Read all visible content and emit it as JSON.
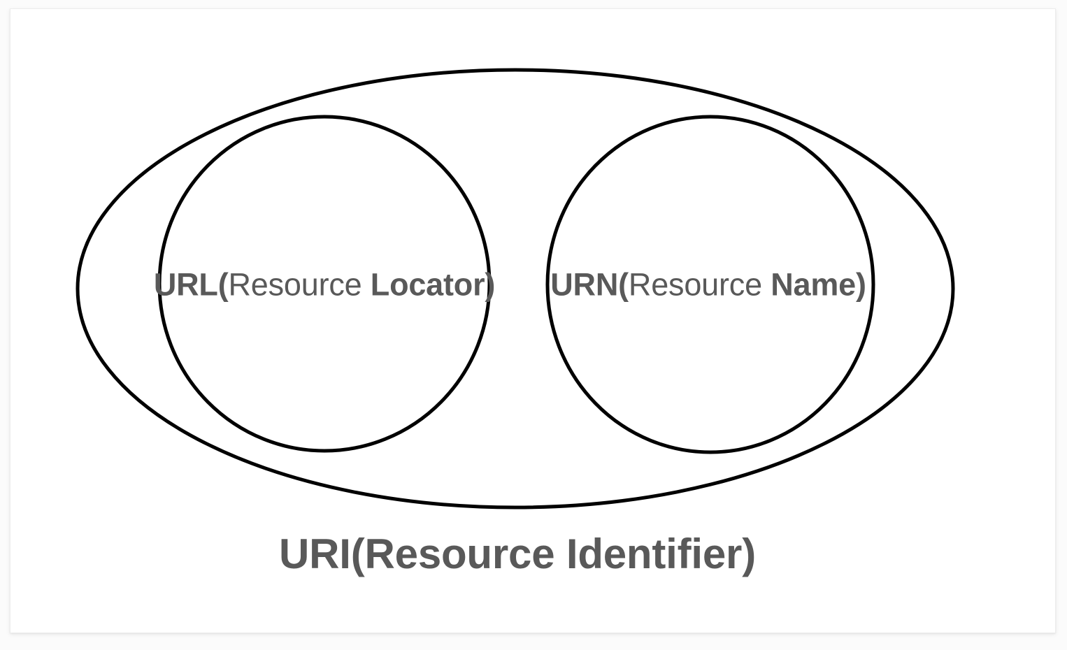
{
  "diagram": {
    "type": "venn-subset",
    "title": "URI(Resource Identifier)",
    "background_color": "#fbfbfb",
    "card_color": "#ffffff",
    "stroke_color": "#000000",
    "text_color": "#595959",
    "sets": [
      {
        "id": "url",
        "shape": "circle",
        "label_prefix": "URL(",
        "label_middle": "Resource ",
        "label_suffix": "Locator)",
        "label_full": "URL(Resource Locator)"
      },
      {
        "id": "urn",
        "shape": "circle",
        "label_prefix": "URN(",
        "label_middle": "Resource ",
        "label_suffix": "Name)",
        "label_full": "URN(Resource Name)"
      }
    ],
    "container": {
      "id": "uri",
      "shape": "ellipse",
      "label_full": "URI(Resource Identifier)"
    }
  }
}
